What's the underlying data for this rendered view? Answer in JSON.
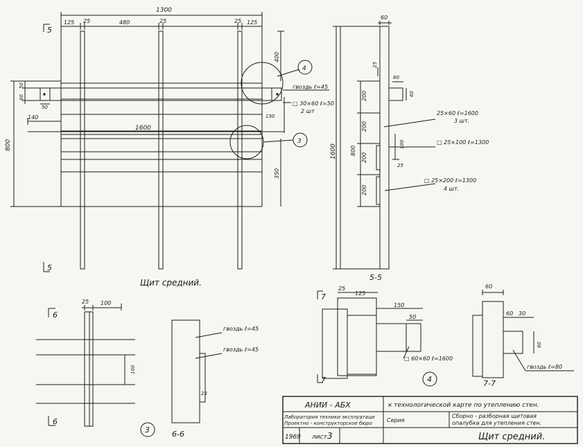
{
  "main_view": {
    "dims": {
      "total_width": "1300",
      "d125_left": "125",
      "d25_a": "25",
      "d480": "480",
      "d25_b": "25",
      "d25_c": "25",
      "d125_right": "125",
      "height_800": "800",
      "d50": "50",
      "d60": "60",
      "d50b": "50",
      "d140": "140",
      "d1600": "1600",
      "d400": "400",
      "d150": "150",
      "d350": "350"
    },
    "callouts": {
      "nail": "гвоздь ℓ=45",
      "board": "□ 30×60  ℓ=50",
      "board_qty": "2 шт"
    },
    "markers": {
      "m4": "4",
      "m3": "3"
    },
    "section_top": "5",
    "section_bottom": "5",
    "caption": "Щит средний."
  },
  "section_5": {
    "dims": {
      "d60": "60",
      "d25": "25",
      "d60b": "60",
      "d60c": "60",
      "d200a": "200",
      "d200b": "200",
      "d200c": "200",
      "d200d": "200",
      "d800": "800",
      "d1600": "1600",
      "d100": "100",
      "d25b": "25"
    },
    "callouts": {
      "c1": "25×60  ℓ=1600",
      "c1_qty": "3 шт.",
      "c2": "□ 25×100  ℓ=1300",
      "c3": "□ 25×200  ℓ=1300",
      "c3_qty": "4 шт."
    },
    "label": "5-5"
  },
  "detail_3": {
    "dims": {
      "d25": "25",
      "d100": "100",
      "d100v": "100"
    },
    "section": "6",
    "section_bottom": "6",
    "marker": "3"
  },
  "section_6": {
    "nail1": "гвоздь ℓ=45",
    "nail2": "гвоздь ℓ=45",
    "d25": "25",
    "label": "6-6"
  },
  "detail_4": {
    "dims": {
      "d25": "25",
      "d125": "125",
      "d150": "150",
      "d50": "50"
    },
    "callout": "□ 60×60  ℓ=1600",
    "section": "7",
    "section_bottom": "7",
    "marker": "4"
  },
  "section_7": {
    "dims": {
      "d60": "60",
      "d60b": "60",
      "d30": "30",
      "d60v": "60"
    },
    "nail": "гвоздь ℓ=80",
    "label": "7-7"
  },
  "title_block": {
    "org": "АНИИ - АБХ",
    "dept1": "Лаборатория техники эксплуатаци",
    "dept2": "Проектно - конструкторское бюро",
    "year": "1969",
    "sheet_label": "лист",
    "sheet_no": "3",
    "subtitle": "к технологической карте по утеплению стен.",
    "series": "Серия",
    "description1": "Сборно - разборная щитовая",
    "description2": "опалубка для утепления стен.",
    "name": "Щит средний."
  }
}
